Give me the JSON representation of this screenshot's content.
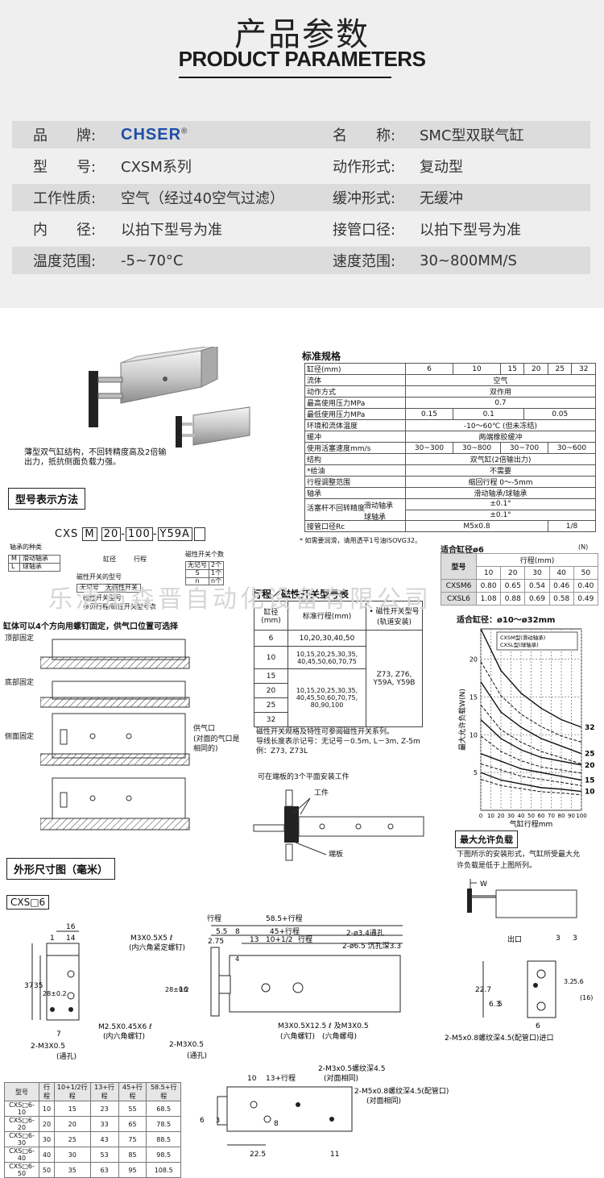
{
  "header": {
    "title_cn": "产品参数",
    "title_en": "PRODUCT PARAMETERS"
  },
  "params": [
    {
      "k1": "品　　牌:",
      "v1": "CHSER",
      "k2": "名　　称:",
      "v2": "SMC型双联气缸"
    },
    {
      "k1": "型　　号:",
      "v1": "CXSM系列",
      "k2": "动作形式:",
      "v2": "复动型"
    },
    {
      "k1": "工作性质:",
      "v1": "空气（经过40空气过滤）",
      "k2": "缓冲形式:",
      "v2": "无缓冲"
    },
    {
      "k1": "内　　径:",
      "v1": "以拍下型号为准",
      "k2": "接管口径:",
      "v2": "以拍下型号为准"
    },
    {
      "k1": "温度范围:",
      "v1": "-5~70°C",
      "k2": "速度范围:",
      "v2": "30~800MM/S"
    }
  ],
  "brand_reg": "®",
  "caption_product": "薄型双气缸结构，不回转精度高及2倍输出力，抵抗侧面负载力强。",
  "sec_model": "型号表示方法",
  "model_code": {
    "prefix": "CXS",
    "m": "M",
    "bore": "20",
    "stroke": "100",
    "switch": "Y59A"
  },
  "model_labels": {
    "bearing_type": "轴承的种类",
    "m": "M",
    "m_desc": "滑动轴承",
    "l": "L",
    "l_desc": "球轴承",
    "bore": "缸径",
    "stroke": "行程",
    "sw_type": "磁性开关的型号",
    "sw_none": "无记号　无磁性开关",
    "sw_note1": "磁性开关型号",
    "sw_note2": "参见行程/磁性开关型号表",
    "sw_count": "磁性开关个数",
    "sw_count_rows": [
      [
        "无记号",
        "2个"
      ],
      [
        "S",
        "1个"
      ],
      [
        "n",
        "n个"
      ]
    ]
  },
  "mount_title": "缸体可以4个方向用螺钉固定，供气口位置可选择",
  "mount_labels": [
    "顶部固定",
    "底部固定",
    "侧面固定"
  ],
  "air_port": [
    "供气口",
    "(对面的气口是",
    "相同的)"
  ],
  "spec_title": "标准规格",
  "spec_head": [
    "缸径(mm)",
    "6",
    "10",
    "15",
    "20",
    "25",
    "32"
  ],
  "spec_rows": [
    {
      "k": "流体",
      "v": "空气"
    },
    {
      "k": "动作方式",
      "v": "双作用"
    },
    {
      "k": "最高使用压力MPa",
      "v": "0.7"
    },
    {
      "k": "最低使用压力MPa",
      "cells": [
        "0.15",
        "0.1",
        "0.05"
      ]
    },
    {
      "k": "环境和流体温度",
      "v": "-10～60℃ (但未冻结)"
    },
    {
      "k": "缓冲",
      "v": "两端橡胶缓冲"
    },
    {
      "k": "使用活塞速度mm/s",
      "cells": [
        "30~300",
        "30~800",
        "30~700",
        "30~600"
      ]
    },
    {
      "k": "结构",
      "v": "双气缸(2倍输出力)"
    },
    {
      "k": "*给油",
      "v": "不需要"
    },
    {
      "k": "行程调整范围",
      "v": "缩回行程 0～-5mm"
    },
    {
      "k": "轴承",
      "v": "滑动轴承/球轴承"
    }
  ],
  "spec_rot": {
    "k": "活塞杆不回转精度",
    "a": "滑动轴承",
    "av": "±0.1°",
    "b": "球轴承",
    "bv": "±0.1°"
  },
  "spec_port": {
    "k": "接管口径Rc",
    "a": "M5x0.8",
    "b": "1/8"
  },
  "spec_note": "* 如需要润滑，请用透平1号油ISOVG32。",
  "load_title": "适合缸径ø6",
  "load_unit": "(N)",
  "load_head": [
    "型号",
    "行程(mm)",
    "10",
    "20",
    "30",
    "40",
    "50"
  ],
  "load_rows": [
    {
      "name": "CXSM6",
      "vals": [
        "0.80",
        "0.65",
        "0.54",
        "0.46",
        "0.40"
      ]
    },
    {
      "name": "CXSL6",
      "vals": [
        "1.08",
        "0.88",
        "0.69",
        "0.58",
        "0.49"
      ]
    }
  ],
  "sw_title": "行程／磁性开关型号表",
  "sw_head": [
    "缸径(mm)",
    "标准行程(mm)",
    "• 磁性开关型号(轨道安装)"
  ],
  "sw_rows": [
    {
      "bore": "6",
      "stroke": "10,20,30,40,50"
    },
    {
      "bore": "10",
      "stroke": "10,15,20,25,30,35, 40,45,50,60,70,75"
    },
    {
      "bore": "15",
      "stroke": ""
    },
    {
      "bore": "20",
      "stroke": "10,15,20,25,30,35, 40,45,50,60,70,75, 80,90,100"
    },
    {
      "bore": "25",
      "stroke": ""
    },
    {
      "bore": "32",
      "stroke": ""
    }
  ],
  "sw_models": "Z73, Z76, Y59A, Y59B",
  "sw_note": [
    "磁性开关规格及特性可参阅磁性开关系列。",
    "导线长度表示记号：无记号－0.5m, L－3m, Z-5m",
    "例：Z73, Z73L"
  ],
  "mount_plate_title": "可在端板的3个平面安装工件",
  "mount_plate_work": "工件",
  "mount_plate_end": "端板",
  "chart": {
    "title": "适合缸径：ø10～ø32mm",
    "legend1": "CXSM型(滑动轴承)",
    "legend2": "CXSL型(球轴承)",
    "ylabel": "最大允许负载W(N)",
    "xlabel": "气缸行程mm"
  },
  "chart_data": {
    "type": "line",
    "title": "适合缸径：ø10～ø32mm",
    "xlabel": "气缸行程mm",
    "ylabel": "最大允许负载W(N)",
    "x_ticks": [
      "0",
      "10",
      "20",
      "30",
      "40",
      "50",
      "60",
      "70",
      "80",
      "90",
      "100"
    ],
    "y_ticks": [
      "5",
      "10",
      "15",
      "20"
    ],
    "xlim": [
      0,
      100
    ],
    "ylim": [
      0,
      24
    ],
    "series": [
      {
        "name": "32",
        "x": [
          0,
          20,
          40,
          60,
          80,
          100
        ],
        "y": [
          24,
          18.5,
          15.5,
          13.5,
          12,
          11
        ]
      },
      {
        "name": "25",
        "x": [
          0,
          20,
          40,
          60,
          80,
          100
        ],
        "y": [
          17,
          13,
          11,
          9.5,
          8.5,
          7.5
        ]
      },
      {
        "name": "20",
        "x": [
          0,
          20,
          40,
          60,
          80,
          100
        ],
        "y": [
          12,
          9.5,
          8,
          7,
          6.5,
          6
        ]
      },
      {
        "name": "15",
        "x": [
          0,
          20,
          40,
          60,
          80,
          100
        ],
        "y": [
          7.5,
          6.5,
          5.5,
          5,
          4.5,
          4
        ]
      },
      {
        "name": "10",
        "x": [
          0,
          20,
          40,
          60,
          80,
          100
        ],
        "y": [
          5,
          4,
          3.5,
          3,
          2.8,
          2.5
        ]
      }
    ]
  },
  "maxload_title": "最大允许负载",
  "maxload_text": [
    "下图所示的安装形式，气缸所受最大允",
    "许负载是低于上图所列。"
  ],
  "maxload_w": "W",
  "sec_dims": "外形尺寸图（毫米）",
  "cxs_label": "CXS□6",
  "dims_labels": {
    "d16": "16",
    "d14": "14",
    "d1": "1",
    "d37": "37",
    "d35": "35",
    "d28": "28±0.2",
    "d2": "2",
    "d7": "7",
    "m25": "M2.5X0.45X6 ℓ",
    "m25b": "(内六角螺钉)",
    "m3x05": "2-M3X0.5",
    "m3x05b": "(通孔)",
    "m3x5": "M3X0.5X5 ℓ",
    "m3x5b": "(内六角紧定螺钉)",
    "stroke": "行程",
    "d585": "58.5+行程",
    "d55": "5.5",
    "d8": "8",
    "d45": "45+行程",
    "d275": "2.75",
    "d13": "13",
    "d10h": "10+1/2",
    "s_label": "行程",
    "d4": "4",
    "d16b": "16",
    "d28b": "28±0.2",
    "hole1": "2-ø3.4通孔",
    "hole2": "2-ø6.5 沉孔深3.3",
    "m3x125": "M3X0.5X12.5 ℓ 及M3X0.5",
    "m3x125b": "(六角螺钉)　(六角螺母)",
    "m3x05c": "2-M3X0.5",
    "m3x05d": "(通孔)",
    "out": "出口",
    "d3a": "3",
    "d3b": "3",
    "d32": "3.2",
    "d56": "5.6",
    "d16c": "(16)",
    "d227": "22.7",
    "d63": "6.3",
    "d5": "5",
    "d6": "6",
    "m5": "2-M5x0.8螺纹深4.5(配管口)进口",
    "d10": "10",
    "d13b": "13+行程",
    "m3x05e": "2-M3x0.5螺纹深4.5",
    "m3x05f": "(对面相同)",
    "m5b": "2-M5x0.8螺纹深4.5(配管口)",
    "m5c": "(对面相同)",
    "d6b": "6",
    "d3c": "3",
    "d8b": "8",
    "d225": "22.5",
    "d11": "11"
  },
  "dim_table_head": [
    "型号",
    "行程",
    "10+1/2行程",
    "13+行程",
    "45+行程",
    "58.5+行程"
  ],
  "dim_table_rows": [
    [
      "CXS□6-10",
      "10",
      "15",
      "23",
      "55",
      "68.5"
    ],
    [
      "CXS□6-20",
      "20",
      "20",
      "33",
      "65",
      "78.5"
    ],
    [
      "CXS□6-30",
      "30",
      "25",
      "43",
      "75",
      "88.5"
    ],
    [
      "CXS□6-40",
      "40",
      "30",
      "53",
      "85",
      "98.5"
    ],
    [
      "CXS□6-50",
      "50",
      "35",
      "63",
      "95",
      "108.5"
    ]
  ],
  "watermark": "乐清市森晋自动化设备有限公司"
}
